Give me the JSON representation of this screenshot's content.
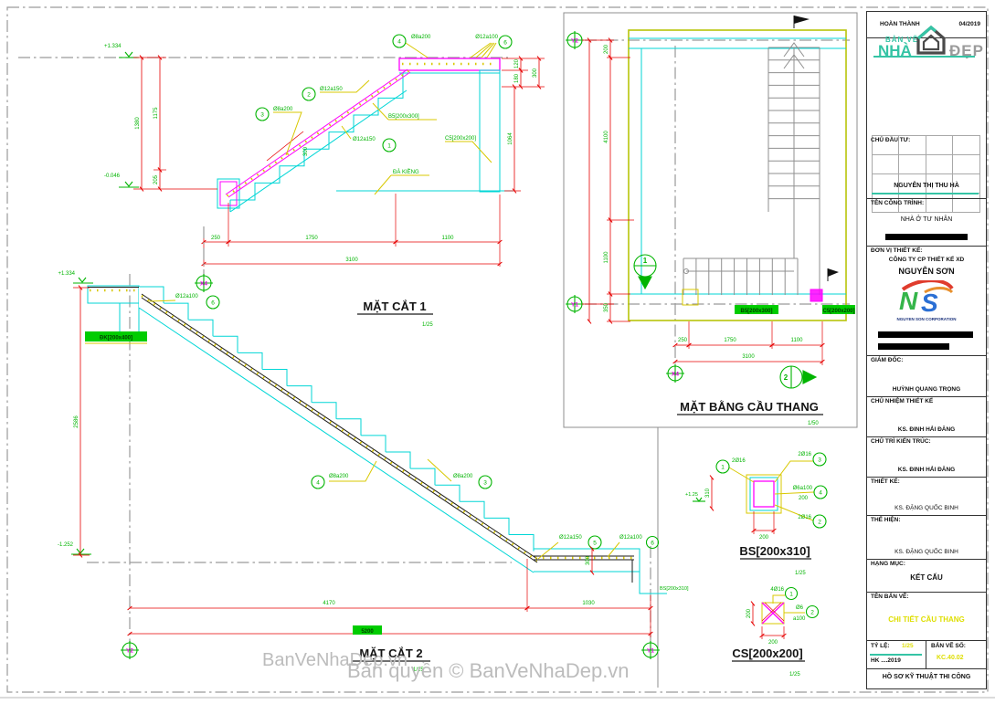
{
  "colors": {
    "concrete_cyan": "#00d6d6",
    "rebar_magenta": "#ff00ff",
    "leader_yellow": "#d8c800",
    "label_green": "#00b400",
    "dimension_red": "#e60000",
    "centerline_gray": "#9a9a9a",
    "brand_teal": "#35c4a5",
    "highlight_green": "#00cc00",
    "titleblock_yellow": "#dede00"
  },
  "watermarks": {
    "w1": "BanVeNhaDep.vn",
    "w2": "Bản quyền © BanVeNhaDep.vn"
  },
  "markers": {
    "x4": "X4",
    "y1": "Y1",
    "y2": "Y2"
  },
  "section1": {
    "title": "MẶT CẮT 1",
    "scale": "1/25",
    "elev_top": "+1.334",
    "elev_bottom": "-0.046",
    "dim_total_left": "1380",
    "dim_h1": "1175",
    "dim_h2": "205",
    "dim_r1": "120",
    "dim_r2": "180",
    "dim_r3": "300",
    "dim_r4": "1064",
    "dim_b1": "250",
    "dim_b2": "1750",
    "dim_b3": "1100",
    "dim_b_total": "3100",
    "slope_dim": "300",
    "callouts": [
      {
        "n": "4",
        "label": "Ø8a200"
      },
      {
        "n": "6",
        "label": "Ø12a100"
      },
      {
        "n": "2",
        "label": "Ø12a150"
      },
      {
        "n": "3",
        "label": "Ø8a200"
      },
      {
        "n": "1",
        "label": "Ø12a150"
      }
    ],
    "beam_label": "B5[200x300]",
    "column_label": "C5[200x200]",
    "ground_beam_label": "ĐÀ KIỀNG"
  },
  "section2": {
    "title": "MẶT CẮT 2",
    "scale": "1/25",
    "elev_top": "+1.334",
    "elev_bottom": "-1.252",
    "dim_left": "2586",
    "dim_small": "300",
    "dim_b1": "4170",
    "dim_b2": "1030",
    "dim_b_total": "5200",
    "callouts": [
      {
        "n": "6",
        "label": "Ø12a100"
      },
      {
        "n": "4",
        "label": "Ø8a200"
      },
      {
        "n": "3",
        "label": "Ø8a200"
      },
      {
        "n": "5",
        "label": "Ø12a150"
      },
      {
        "n": "6",
        "label": "Ø12a100"
      }
    ],
    "beam_label": "ĐK[200x400]",
    "bs_ref_label": "BS[200x310]"
  },
  "plan": {
    "title": "MẶT BẰNG CẦU THANG",
    "scale": "1/50",
    "dim_l1": "200",
    "dim_l2": "4100",
    "dim_l3": "1100",
    "dim_l4": "350",
    "dim_b1": "250",
    "dim_b2": "1750",
    "dim_b3": "1100",
    "dim_b_total": "3100",
    "beam_label": "B5[200x300]",
    "column_label": "C5[200x200]",
    "cut1": "1",
    "cut2": "2"
  },
  "bs": {
    "title": "BS[200x310]",
    "scale": "1/25",
    "elev": "+1.25",
    "dim_w": "200",
    "dim_h": "310",
    "stirrup_note": "200",
    "callouts": [
      {
        "n": "1",
        "label": "2Ø16"
      },
      {
        "n": "3",
        "label": "2Ø16"
      },
      {
        "n": "4",
        "label": "Ø6a100"
      },
      {
        "n": "2",
        "label": "2Ø16"
      }
    ]
  },
  "cs": {
    "title": "CS[200x200]",
    "scale": "1/25",
    "dim_w": "200",
    "dim_h": "200",
    "callouts": [
      {
        "n": "1",
        "label": "4Ø16"
      },
      {
        "n": "2",
        "label": "Ø6",
        "label2": "a100"
      }
    ]
  },
  "titleblock": {
    "status": "HOÀN THÀNH",
    "date": "04/2019",
    "logo": {
      "top": "BẢN VẼ",
      "name1": "NHÀ",
      "name2": "ĐẸP"
    },
    "chu_dau_tu": {
      "label": "CHỦ ĐẦU TƯ:",
      "value": "NGUYỄN THỊ THU HÀ"
    },
    "cong_trinh": {
      "label": "TÊN CÔNG TRÌNH:",
      "value": "NHÀ Ở TƯ NHÂN"
    },
    "don_vi": {
      "label": "ĐƠN VỊ THIẾT KẾ:",
      "line1": "CÔNG TY CP THIẾT KẾ XD",
      "line2": "NGUYỄN SƠN",
      "logo_n": "N",
      "logo_s": "S",
      "logo_sub": "NGUYEN SON CORPORATION"
    },
    "giam_doc": {
      "label": "GIÁM ĐỐC:",
      "value": "HUỲNH QUANG TRỌNG"
    },
    "chu_nhiem": {
      "label": "CHỦ NHIỆM THIẾT KẾ",
      "value": "KS. ĐINH HẢI ĐĂNG"
    },
    "chu_tri": {
      "label": "CHỦ TRÌ KIẾN TRÚC:",
      "value": "KS. ĐINH HẢI ĐĂNG"
    },
    "thiet_ke": {
      "label": "THIẾT KẾ:",
      "value": "KS. ĐẶNG QUỐC BINH"
    },
    "the_hien": {
      "label": "THỂ HIỆN:",
      "value": "KS. ĐẶNG QUỐC BINH"
    },
    "hang_muc": {
      "label": "HẠNG MỤC:",
      "value": "KẾT CẤU"
    },
    "ten_ban_ve": {
      "label": "TÊN BẢN VẼ:",
      "value": "CHI TIẾT CẦU THANG"
    },
    "ty_le": {
      "label": "TỶ LỆ:",
      "value": "1/25",
      "sub": "HK ....2019"
    },
    "ban_ve_so": {
      "label": "BẢN VẼ SỐ:",
      "value": "KC.40.02"
    },
    "footer": "HỒ SƠ KỸ THUẬT THI CÔNG"
  }
}
